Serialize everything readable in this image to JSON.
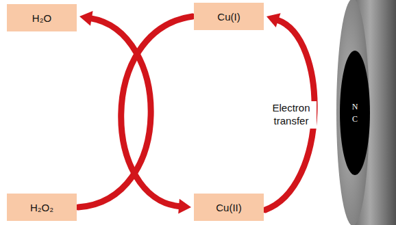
{
  "diagram": {
    "nodes": [
      {
        "text": [
          "H₂O"
        ]
      },
      {
        "text": [
          "Cu(I)"
        ]
      },
      {
        "text": [
          "H₂O₂"
        ]
      },
      {
        "text": [
          "Cu(II)"
        ]
      },
      {
        "text": [
          "N C"
        ]
      }
    ],
    "edges": [
      {
        "from": 2,
        "to": 0,
        "arrow": "to"
      },
      {
        "from": 1,
        "to": 3,
        "arrow": "to"
      },
      {
        "from": 3,
        "to": 1,
        "label": "Electron transfer",
        "arrow": "to"
      }
    ]
  }
}
